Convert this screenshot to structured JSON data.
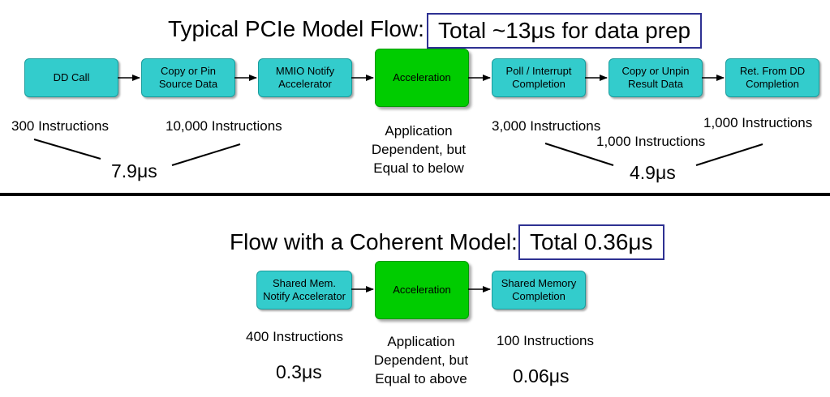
{
  "pcie": {
    "title": "Typical PCIe Model Flow:",
    "total": "Total ~13μs for data prep",
    "steps": [
      "DD Call",
      "Copy or Pin\nSource Data",
      "MMIO Notify\nAccelerator",
      "Acceleration",
      "Poll / Interrupt\nCompletion",
      "Copy or Unpin\nResult Data",
      "Ret. From DD\nCompletion"
    ],
    "labels": {
      "dd_call_instr": "300 Instructions",
      "copy_instr": "10,000 Instructions",
      "app_dependent": "Application\nDependent, but\nEqual to below",
      "poll_instr": "3,000 Instructions",
      "unpin_instr": "1,000 Instructions",
      "ret_instr": "1,000 Instructions",
      "left_time": "7.9μs",
      "right_time": "4.9μs"
    }
  },
  "coherent": {
    "title": "Flow with a Coherent Model:",
    "total": "Total 0.36μs",
    "steps": [
      "Shared Mem.\nNotify Accelerator",
      "Acceleration",
      "Shared Memory\nCompletion"
    ],
    "labels": {
      "notify_instr": "400 Instructions",
      "notify_time": "0.3μs",
      "app_dependent": "Application\nDependent, but\nEqual to above",
      "completion_instr": "100 Instructions",
      "completion_time": "0.06μs"
    }
  },
  "colors": {
    "step_box": "#33cccc",
    "accel_box": "#00cc00",
    "total_border": "#2e3192"
  }
}
